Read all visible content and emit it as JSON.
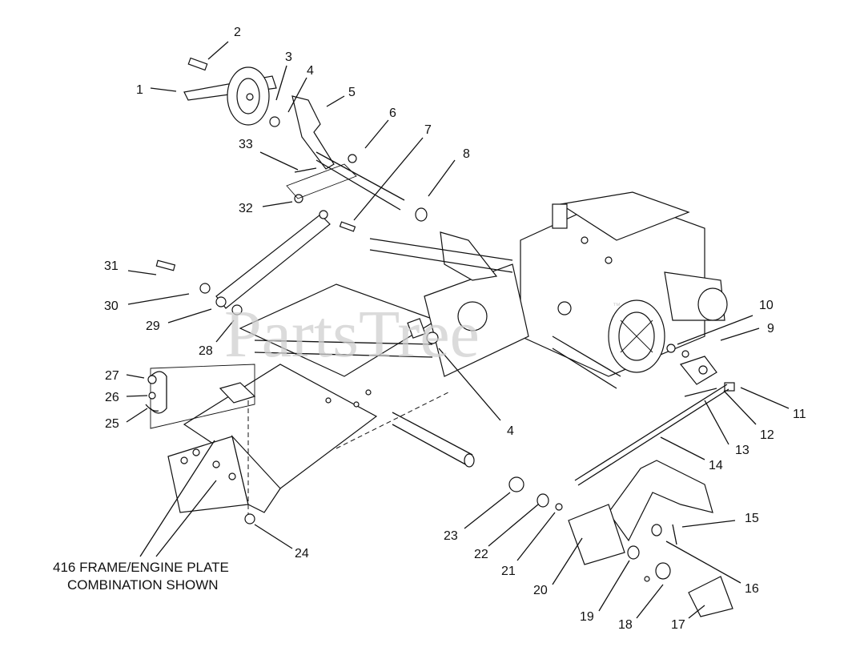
{
  "watermark": "PartsTree",
  "watermark_mark": "™",
  "caption_line1": "416 FRAME/ENGINE PLATE",
  "caption_line2": "COMBINATION SHOWN",
  "callouts": [
    "1",
    "2",
    "3",
    "4",
    "5",
    "6",
    "7",
    "8",
    "33",
    "32",
    "31",
    "30",
    "29",
    "28",
    "4",
    "10",
    "9",
    "11",
    "12",
    "13",
    "14",
    "15",
    "16",
    "17",
    "18",
    "19",
    "20",
    "21",
    "22",
    "23",
    "24",
    "27",
    "26",
    "25"
  ],
  "colors": {
    "lines": "#111111",
    "watermark": "#cfcfcf",
    "background": "#ffffff"
  }
}
